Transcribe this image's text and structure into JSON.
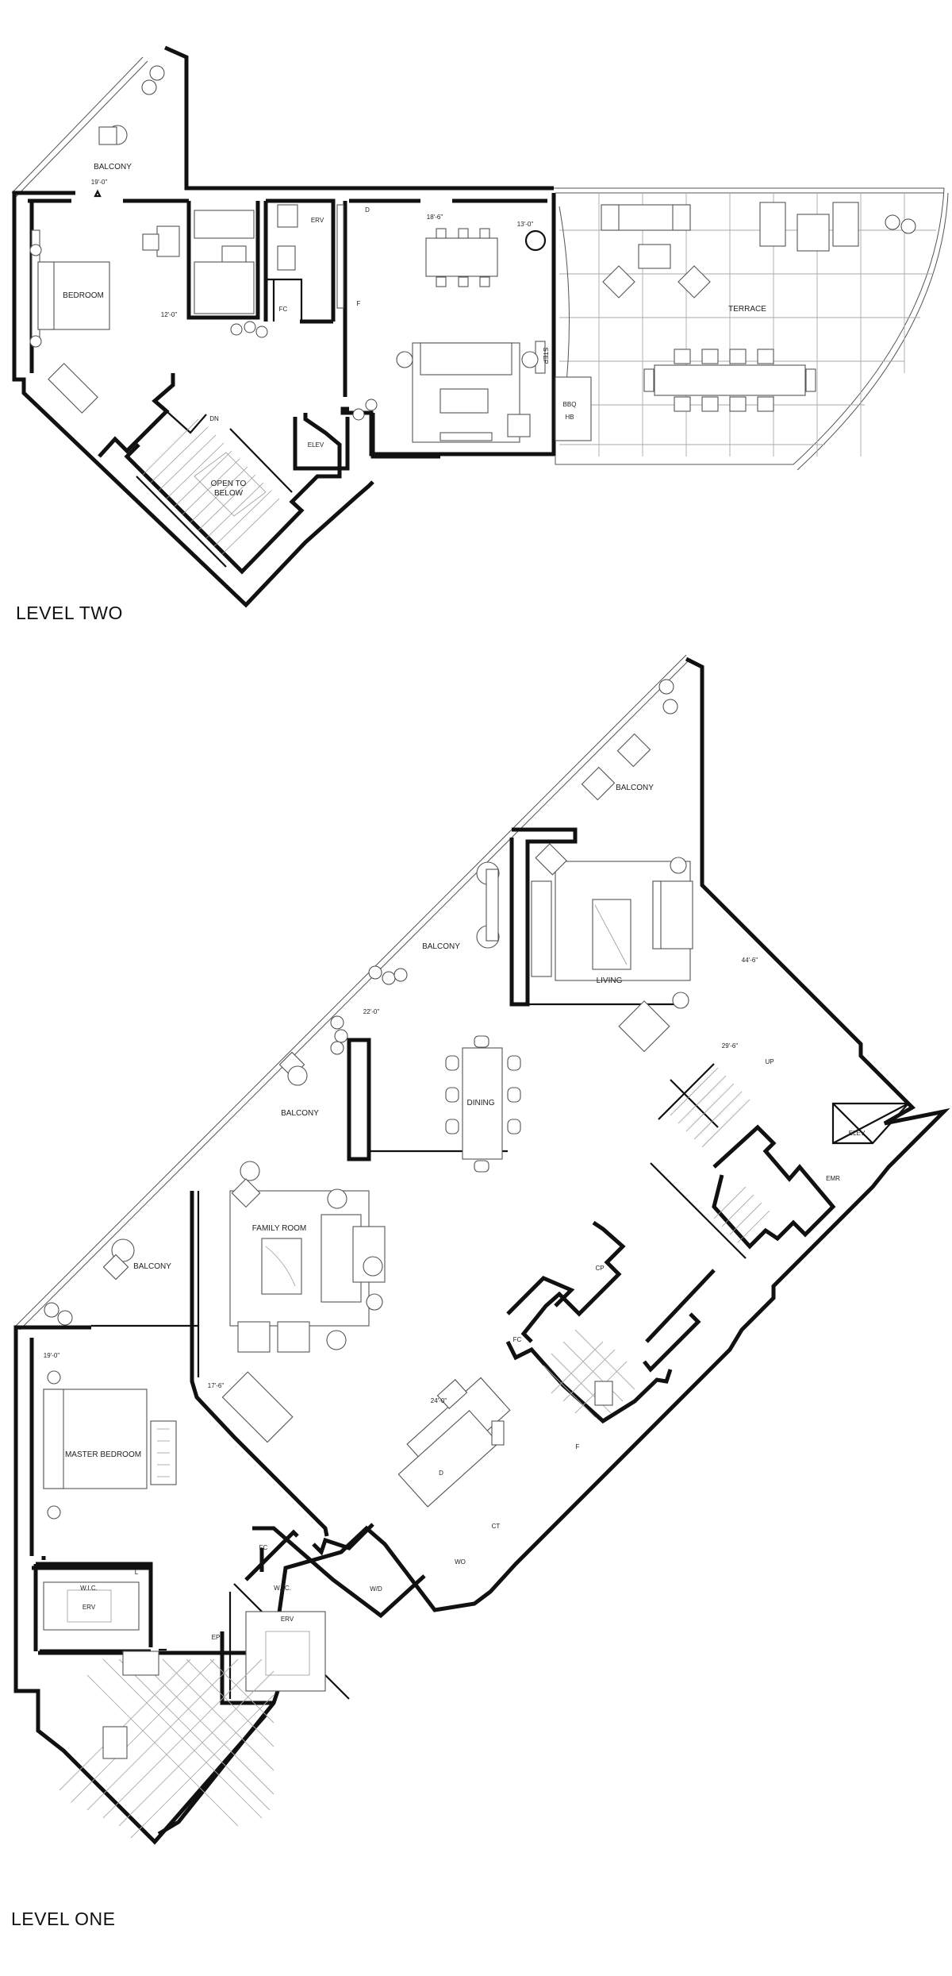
{
  "levels": {
    "two": {
      "title": "LEVEL TWO",
      "rooms": {
        "balcony": "BALCONY",
        "bedroom": "BEDROOM",
        "terrace": "TERRACE",
        "open_to_below_1": "OPEN TO",
        "open_to_below_2": "BELOW",
        "dn": "DN",
        "elev": "ELEV",
        "erv": "ERV",
        "d": "D",
        "f": "F",
        "fc": "FC",
        "step": "STEP",
        "bbq": "BBQ",
        "hb": "HB"
      },
      "dimensions": {
        "bedroom_width": "19'-0\"",
        "bedroom_depth": "12'-0\"",
        "living_width": "18'-6\"",
        "living_depth": "13'-0\""
      }
    },
    "one": {
      "title": "LEVEL ONE",
      "rooms": {
        "balcony_top": "BALCONY",
        "balcony_living": "BALCONY",
        "balcony_dining": "BALCONY",
        "balcony_family": "BALCONY",
        "living": "LIVING",
        "dining": "DINING",
        "family_room": "FAMILY ROOM",
        "master_bedroom": "MASTER BEDROOM",
        "up": "UP",
        "elev": "ELEV",
        "emr": "EMR",
        "cp": "CP",
        "fc_kitchen": "FC",
        "fc_bath": "FC",
        "d": "D",
        "f": "F",
        "ct": "CT",
        "wo": "WO",
        "wd": "W/D",
        "wic_master": "W.I.C.",
        "erv_master": "ERV",
        "l": "L",
        "wic_second": "W.I.C.",
        "erv_second": "ERV",
        "ep": "EP"
      },
      "dimensions": {
        "living_length": "44'-6\"",
        "dining_width": "22'-0\"",
        "stair_length": "29'-6\"",
        "master_width": "19'-0\"",
        "family_depth": "17'-6\"",
        "kitchen_length": "24'-0\""
      }
    }
  }
}
